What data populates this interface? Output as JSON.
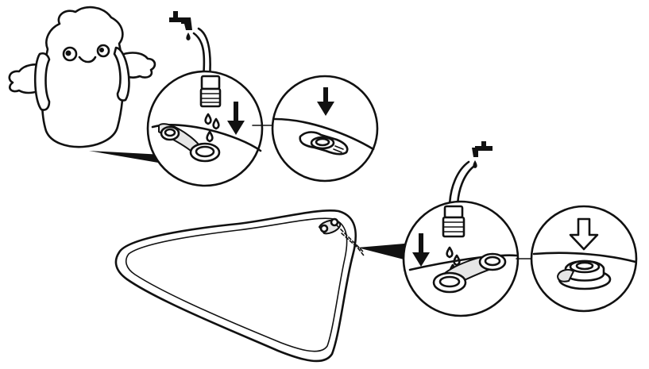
{
  "illustration": {
    "theme": "inflate-instructions",
    "steps": [
      {
        "id": "float-toy",
        "objects": [
          "mascot-float",
          "faucet-icon",
          "hose",
          "valve-icon",
          "water-drop-icon",
          "down-arrow-icon"
        ]
      },
      {
        "id": "float-mat",
        "objects": [
          "triangle-float",
          "faucet-icon",
          "hose",
          "valve-icon",
          "water-drop-icon",
          "down-arrow-icon",
          "outline-down-arrow-icon"
        ]
      }
    ],
    "colors": {
      "ink": "#111111",
      "paper": "#ffffff",
      "shade": "#e6e6e6"
    }
  }
}
